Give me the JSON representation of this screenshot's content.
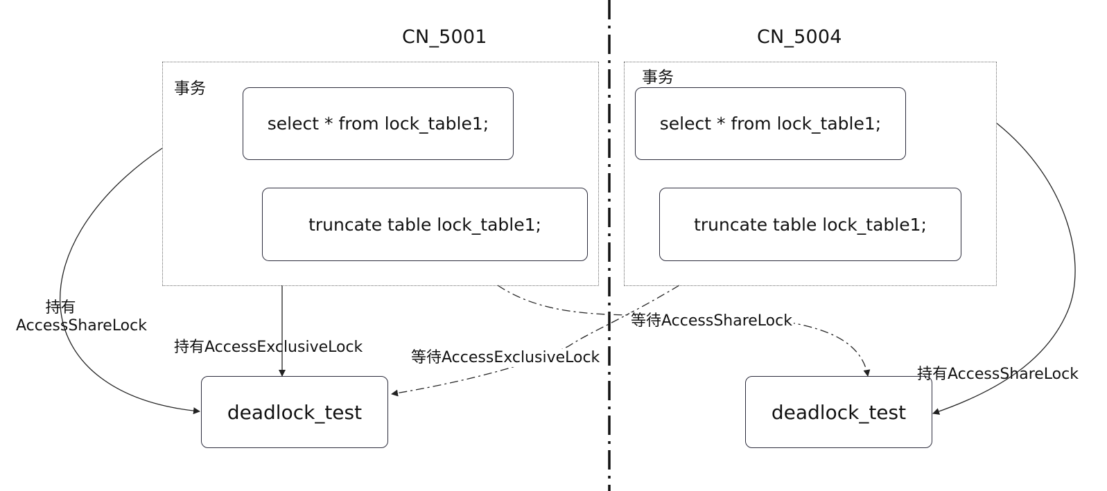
{
  "nodes": {
    "left": {
      "title": "CN_5001",
      "transaction_label": "事务",
      "stmt_select": "select * from lock_table1;",
      "stmt_truncate": "truncate table lock_table1;",
      "table": "deadlock_test"
    },
    "right": {
      "title": "CN_5004",
      "transaction_label": "事务",
      "stmt_select": "select * from lock_table1;",
      "stmt_truncate": "truncate table lock_table1;",
      "table": "deadlock_test"
    }
  },
  "edges": {
    "left_hold_share": {
      "line1": "持有",
      "line2": "AccessShareLock"
    },
    "left_hold_exclusive": "持有AccessExclusiveLock",
    "right_wait_share": "等待AccessShareLock",
    "left_wait_exclusive": "等待AccessExclusiveLock",
    "right_hold_share": "持有AccessShareLock"
  }
}
